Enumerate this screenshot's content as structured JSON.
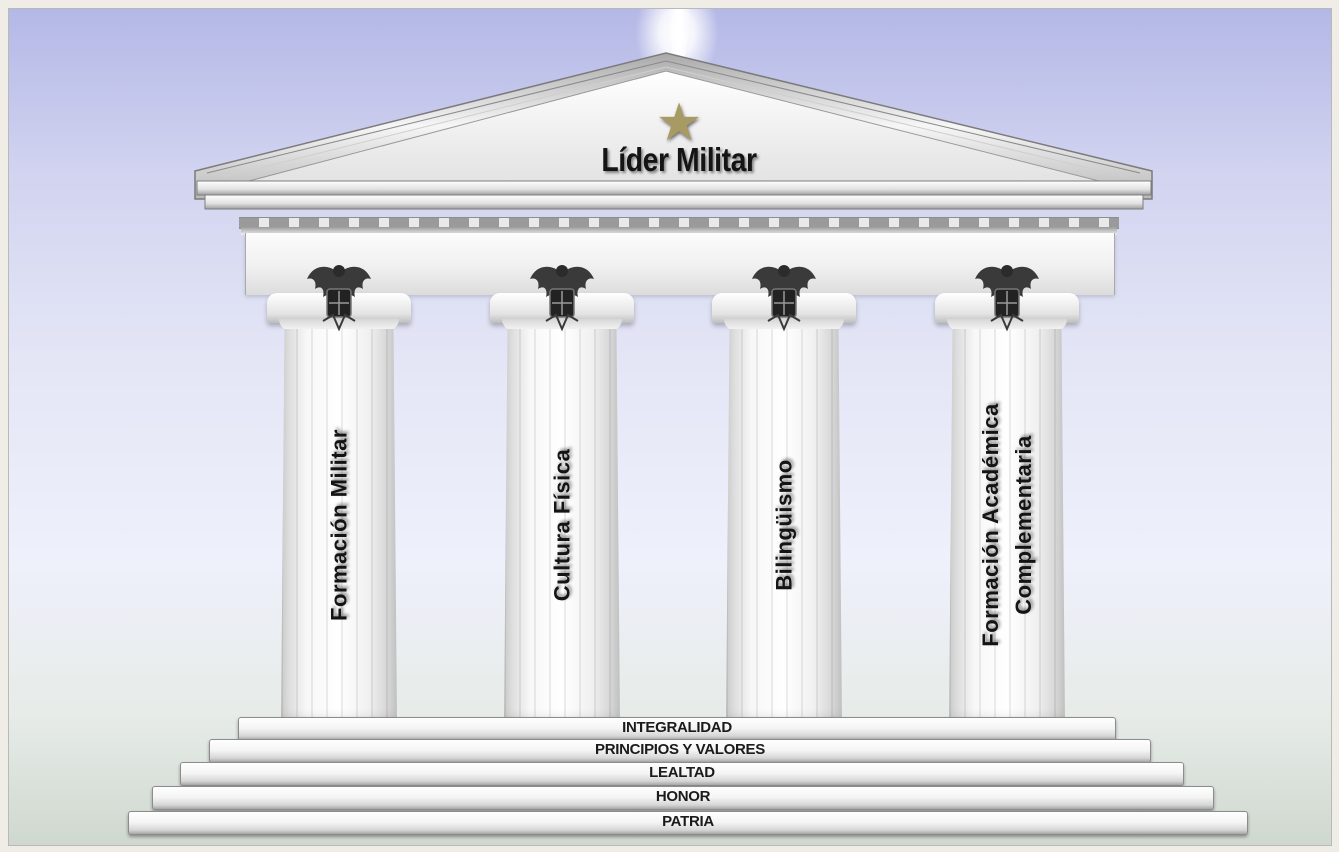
{
  "title": "Líder Militar",
  "pillars": [
    {
      "lines": [
        "Formación Militar"
      ]
    },
    {
      "lines": [
        "Cultura Física"
      ]
    },
    {
      "lines": [
        "Bilingüismo"
      ]
    },
    {
      "lines": [
        "Formación Académica",
        "Complementaria"
      ]
    }
  ],
  "steps": [
    "INTEGRALIDAD",
    "PRINCIPIOS Y VALORES",
    "LEALTAD",
    "HONOR",
    "PATRIA"
  ],
  "colors": {
    "sky_top": "#b4b8e6",
    "marble": "#f4f4f4",
    "star": "#a89a63",
    "text": "#141414"
  },
  "icons": [
    "star-icon",
    "eagle-emblem-icon"
  ]
}
